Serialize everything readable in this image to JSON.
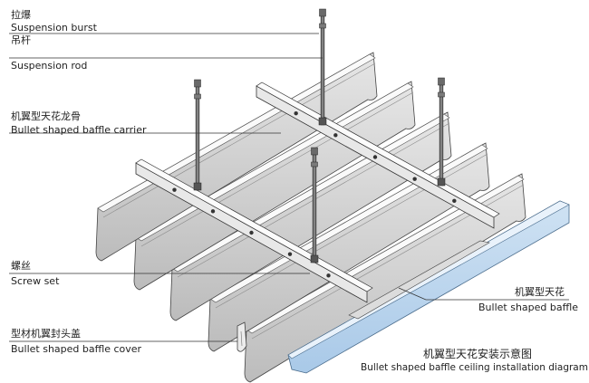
{
  "labels": {
    "suspension_burst": {
      "zh": "拉爆",
      "en": "Suspension burst"
    },
    "suspension_rod": {
      "zh": "吊杆",
      "en": "Suspension  rod"
    },
    "carrier": {
      "zh": "机翼型天花龙骨",
      "en": "Bullet shaped baffle carrier"
    },
    "screw_set": {
      "zh": "螺丝",
      "en": "Screw set"
    },
    "baffle_cover": {
      "zh": "型材机翼封头盖",
      "en": "Bullet shaped baffle cover"
    },
    "baffle": {
      "zh": "机翼型天花",
      "en": "Bullet shaped baffle"
    }
  },
  "title": {
    "zh": "机翼型天花安装示意图",
    "en": "Bullet shaped baffle ceiling installation diagram"
  },
  "colors": {
    "baffle_fill": "#c8c8c8",
    "baffle_highlight": "#ffffff",
    "baffle_blue": "#b9d3ec",
    "rod": "#555555",
    "line": "#333333"
  }
}
